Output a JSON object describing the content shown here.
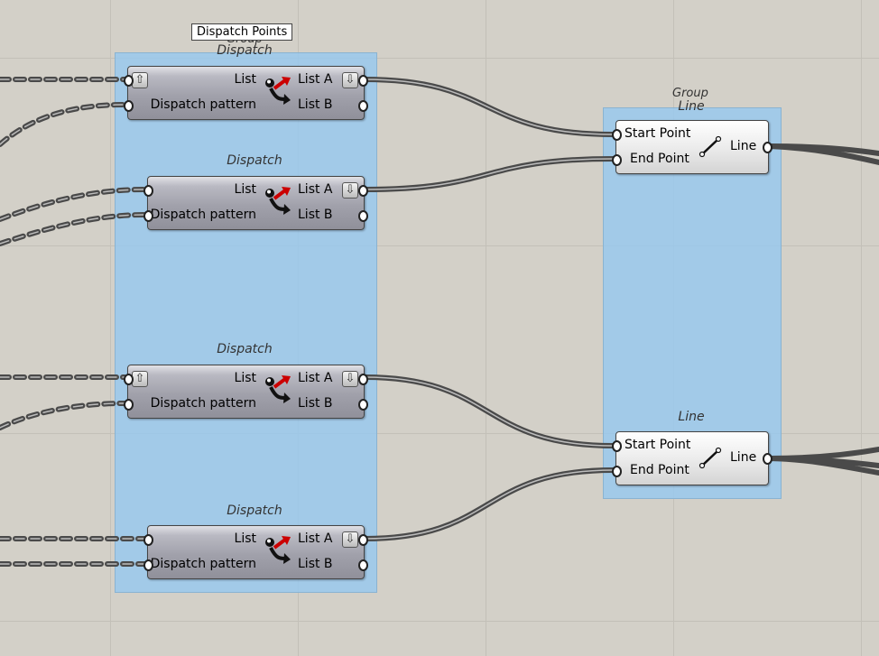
{
  "tooltip": "Dispatch Points",
  "groups": [
    {
      "title": "Group"
    },
    {
      "title": "Group"
    }
  ],
  "dispatch": {
    "title": "Dispatch",
    "inputs": [
      "List",
      "Dispatch pattern"
    ],
    "outputs": [
      "List A",
      "List B"
    ],
    "icon": "dispatch-icon"
  },
  "line": {
    "title": "Line",
    "inputs": [
      "Start Point",
      "End Point"
    ],
    "output": "Line",
    "icon": "line-icon"
  },
  "zoom_buttons": {
    "add": "⇧",
    "remove": "⇩"
  },
  "colors": {
    "canvas": "#d3d0c8",
    "group": "#96c8f0",
    "wire": "#555555",
    "arrow_red": "#cc0000"
  }
}
